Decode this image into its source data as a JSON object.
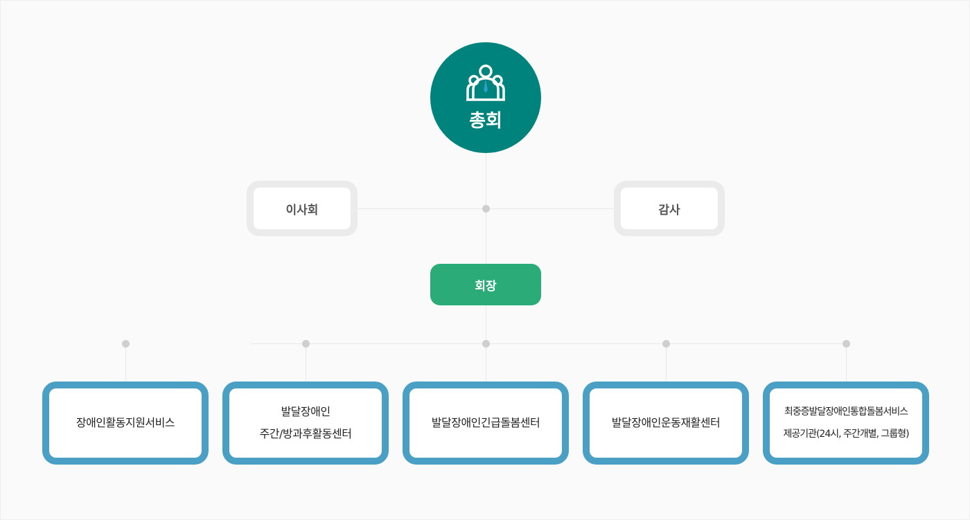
{
  "general_assembly": {
    "label": "총회",
    "icon": "people-group-icon"
  },
  "board": {
    "label": "이사회"
  },
  "audit": {
    "label": "감사"
  },
  "president": {
    "label": "회장"
  },
  "units": [
    {
      "lines": [
        "장애인활동지원서비스"
      ]
    },
    {
      "lines": [
        "발달장애인",
        "주간/방과후활동센터"
      ]
    },
    {
      "lines": [
        "발달장애인긴급돌봄센터"
      ]
    },
    {
      "lines": [
        "발달장애인운동재활센터"
      ]
    },
    {
      "lines": [
        "최중증발달장애인통합돌봄서비스",
        "제공기관(24시, 주간개별, 그룹형)"
      ]
    }
  ],
  "colors": {
    "assembly": "#00837d",
    "president": "#2bab78",
    "unit_border": "#4a9fc4"
  }
}
